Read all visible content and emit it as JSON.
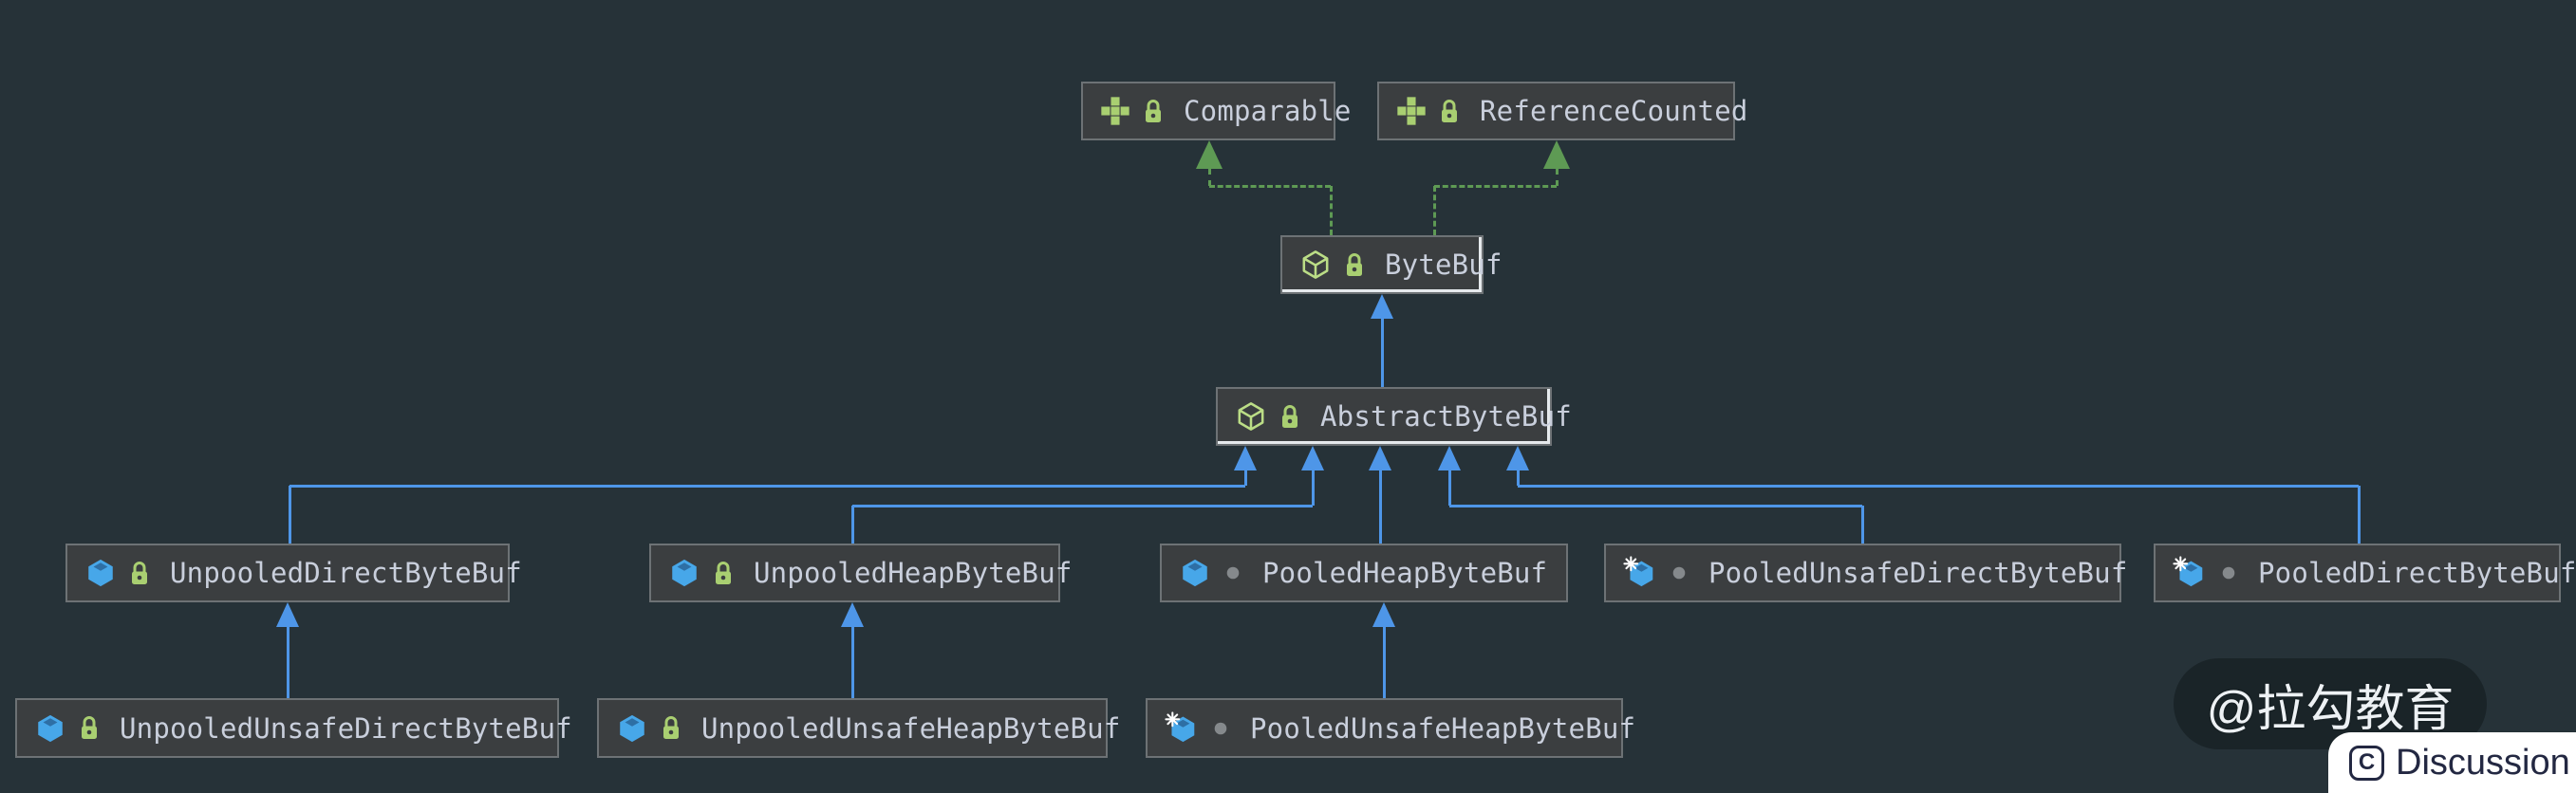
{
  "diagram": {
    "nodes": [
      {
        "id": "comparable",
        "label": "Comparable",
        "kind": "interface",
        "visibility": "public",
        "highlighted": false
      },
      {
        "id": "reference-counted",
        "label": "ReferenceCounted",
        "kind": "interface",
        "visibility": "public",
        "highlighted": false
      },
      {
        "id": "bytebuf",
        "label": "ByteBuf",
        "kind": "abstract-class",
        "visibility": "public",
        "highlighted": true
      },
      {
        "id": "abstract-bytebuf",
        "label": "AbstractByteBuf",
        "kind": "abstract-class",
        "visibility": "public",
        "highlighted": true
      },
      {
        "id": "unpooled-direct",
        "label": "UnpooledDirectByteBuf",
        "kind": "class",
        "visibility": "public",
        "highlighted": false
      },
      {
        "id": "unpooled-heap",
        "label": "UnpooledHeapByteBuf",
        "kind": "class",
        "visibility": "public",
        "highlighted": false
      },
      {
        "id": "pooled-heap",
        "label": "PooledHeapByteBuf",
        "kind": "class",
        "visibility": "package-private",
        "highlighted": false
      },
      {
        "id": "pooled-unsafe-direct",
        "label": "PooledUnsafeDirectByteBuf",
        "kind": "final-class",
        "visibility": "package-private",
        "highlighted": false
      },
      {
        "id": "pooled-direct",
        "label": "PooledDirectByteBuf",
        "kind": "final-class",
        "visibility": "package-private",
        "highlighted": false
      },
      {
        "id": "unpooled-unsafe-direct",
        "label": "UnpooledUnsafeDirectByteBuf",
        "kind": "class",
        "visibility": "public",
        "highlighted": false
      },
      {
        "id": "unpooled-unsafe-heap",
        "label": "UnpooledUnsafeHeapByteBuf",
        "kind": "class",
        "visibility": "public",
        "highlighted": false
      },
      {
        "id": "pooled-unsafe-heap",
        "label": "PooledUnsafeHeapByteBuf",
        "kind": "final-class",
        "visibility": "package-private",
        "highlighted": false
      }
    ],
    "edges": [
      {
        "from": "bytebuf",
        "to": "comparable",
        "type": "implements"
      },
      {
        "from": "bytebuf",
        "to": "reference-counted",
        "type": "implements"
      },
      {
        "from": "abstract-bytebuf",
        "to": "bytebuf",
        "type": "extends"
      },
      {
        "from": "unpooled-direct",
        "to": "abstract-bytebuf",
        "type": "extends"
      },
      {
        "from": "unpooled-heap",
        "to": "abstract-bytebuf",
        "type": "extends"
      },
      {
        "from": "pooled-heap",
        "to": "abstract-bytebuf",
        "type": "extends"
      },
      {
        "from": "pooled-unsafe-direct",
        "to": "abstract-bytebuf",
        "type": "extends"
      },
      {
        "from": "pooled-direct",
        "to": "abstract-bytebuf",
        "type": "extends"
      },
      {
        "from": "unpooled-unsafe-direct",
        "to": "unpooled-direct",
        "type": "extends"
      },
      {
        "from": "unpooled-unsafe-heap",
        "to": "unpooled-heap",
        "type": "extends"
      },
      {
        "from": "pooled-unsafe-heap",
        "to": "pooled-heap",
        "type": "extends"
      }
    ]
  },
  "colors": {
    "background": "#263238",
    "node_fill": "#3B3E40",
    "node_border": "#6D7275",
    "node_text": "#C9CFDC",
    "selection_highlight": "#E6EAED",
    "extends_edge": "#4E96E8",
    "implements_edge": "#5E9A54",
    "interface_icon_green": "#A9CF71",
    "abstract_icon_green": "#BBDD86",
    "class_icon_blue": "#47A7E9",
    "class_icon_top": "#2E6FA5",
    "final_snowflake": "#FFFFFF",
    "lock_green": "#A9CF71",
    "package_private_gray": "#85898C",
    "badge_text": "#232842",
    "watermark_text": "#EDF1F4"
  },
  "watermark": {
    "text": "@拉勾教育"
  },
  "badge": {
    "icon_letter": "C",
    "label": "Discussion"
  }
}
